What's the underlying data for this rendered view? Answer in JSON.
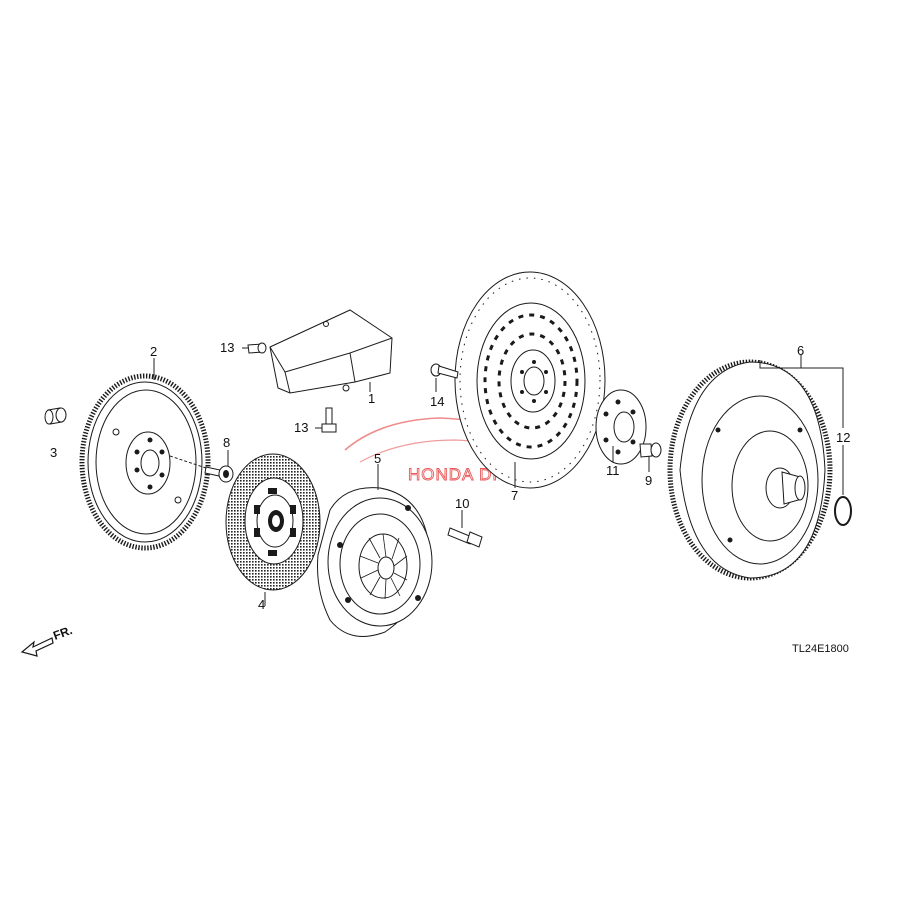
{
  "diagram_code": "TL24E1800",
  "watermark": "HONDA DREAM",
  "direction_label": "FR.",
  "callouts": {
    "c1": "1",
    "c2": "2",
    "c3": "3",
    "c4": "4",
    "c5": "5",
    "c6": "6",
    "c7": "7",
    "c8": "8",
    "c9": "9",
    "c10": "10",
    "c11": "11",
    "c12": "12",
    "c13a": "13",
    "c13b": "13",
    "c14": "14"
  }
}
